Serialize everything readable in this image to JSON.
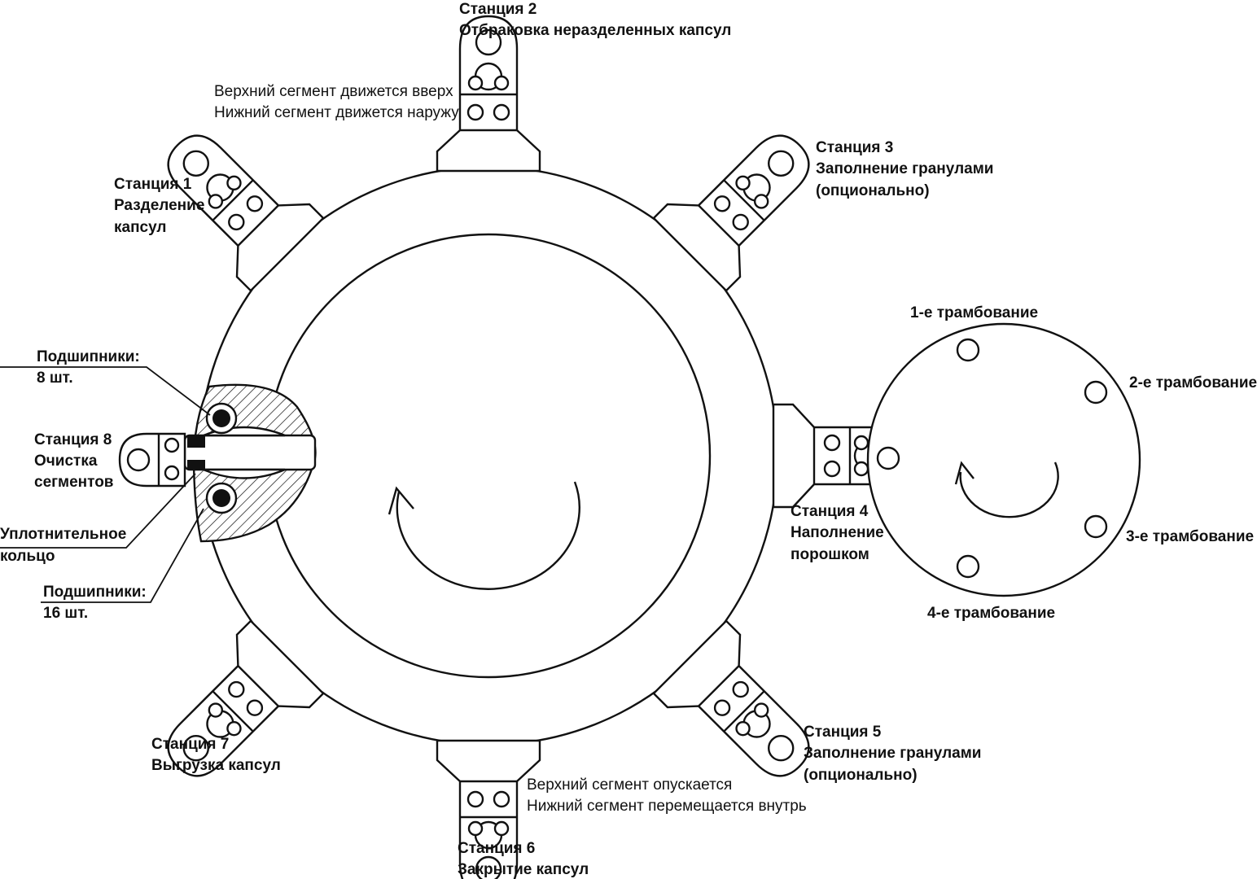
{
  "colors": {
    "stroke": "#111111",
    "background": "#ffffff",
    "hatch": "#111111"
  },
  "labels": {
    "station1": [
      "Станция 1",
      "Разделение",
      "капсул"
    ],
    "station2": [
      "Станция 2",
      "Отбраковка неразделенных капсул"
    ],
    "station2_note": [
      "Верхний сегмент движется вверх",
      "Нижний сегмент движется наружу"
    ],
    "station3": [
      "Станция 3",
      "Заполнение гранулами",
      "(опционально)"
    ],
    "station4": [
      "Станция 4",
      "Наполнение",
      "порошком"
    ],
    "station5": [
      "Станция 5",
      "Заполнение гранулами",
      "(опционально)"
    ],
    "station6": [
      "Станция 6",
      "Закрытие капсул"
    ],
    "station6_note": [
      "Верхний сегмент опускается",
      "Нижний сегмент перемещается внутрь"
    ],
    "station7": [
      "Станция 7",
      "Выгрузка капсул"
    ],
    "station8": [
      "Станция 8",
      "Очистка",
      "сегментов"
    ],
    "bearings8": [
      "Подшипники:",
      "8 шт."
    ],
    "seal_ring": [
      "Уплотнительное",
      "кольцо"
    ],
    "bearings16": [
      "Подшипники:",
      "16 шт."
    ],
    "tamp1": "1-е трамбование",
    "tamp2": "2-е трамбование",
    "tamp3": "3-е трамбование",
    "tamp4": "4-е трамбование"
  },
  "icons": [
    "clockwise-rotation-arrow-icon",
    "counterclockwise-rotation-arrow-icon"
  ]
}
